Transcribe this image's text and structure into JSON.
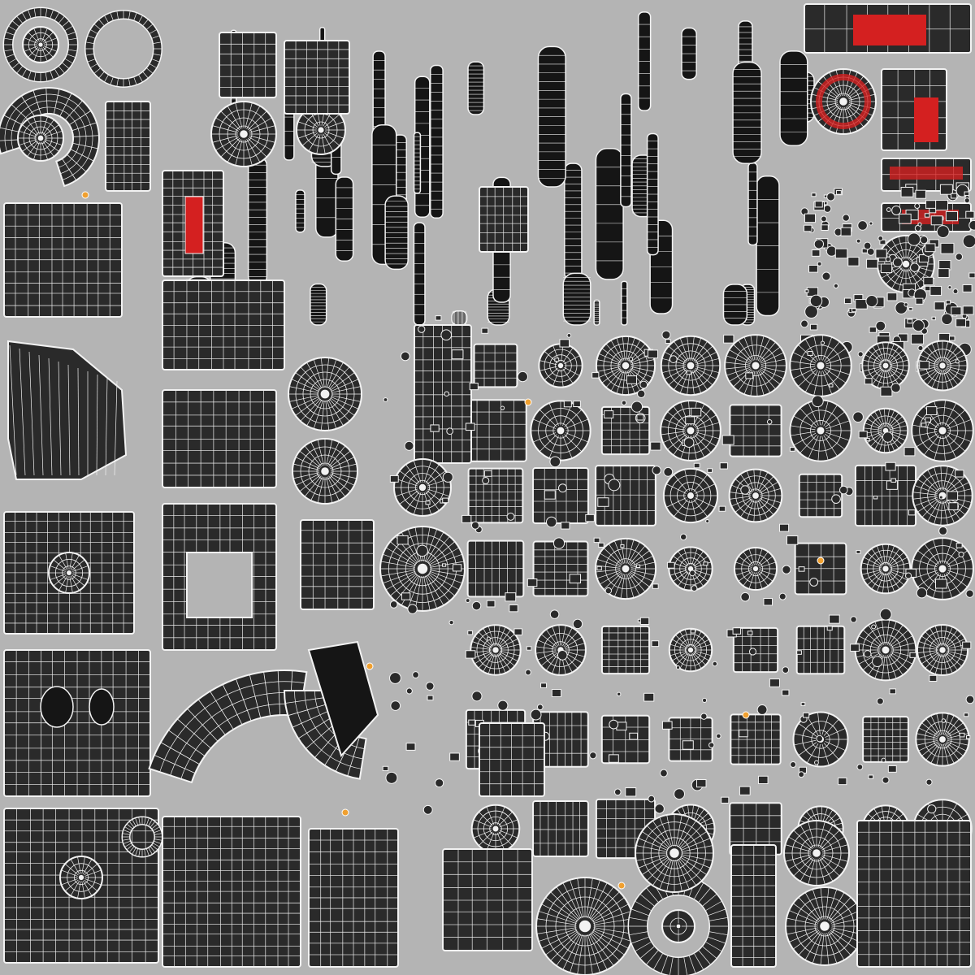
{
  "texture": {
    "kind": "uv-layout-wireframe",
    "colors": {
      "background": "#b4b4b4",
      "island_fill": "#2a2a2a",
      "island_dark": "#151515",
      "wire": "#f2f2f2",
      "accent_red": "#d42020",
      "accent_orange": "#f0a030"
    },
    "regions": [
      "top-left-circular-parts",
      "top-center-dense-strips",
      "top-right-red-labels",
      "middle-left-bracket-shells",
      "middle-right-round-components",
      "bottom-left-body-panels",
      "bottom-center-curved-tubes",
      "bottom-right-circular-parts"
    ]
  }
}
